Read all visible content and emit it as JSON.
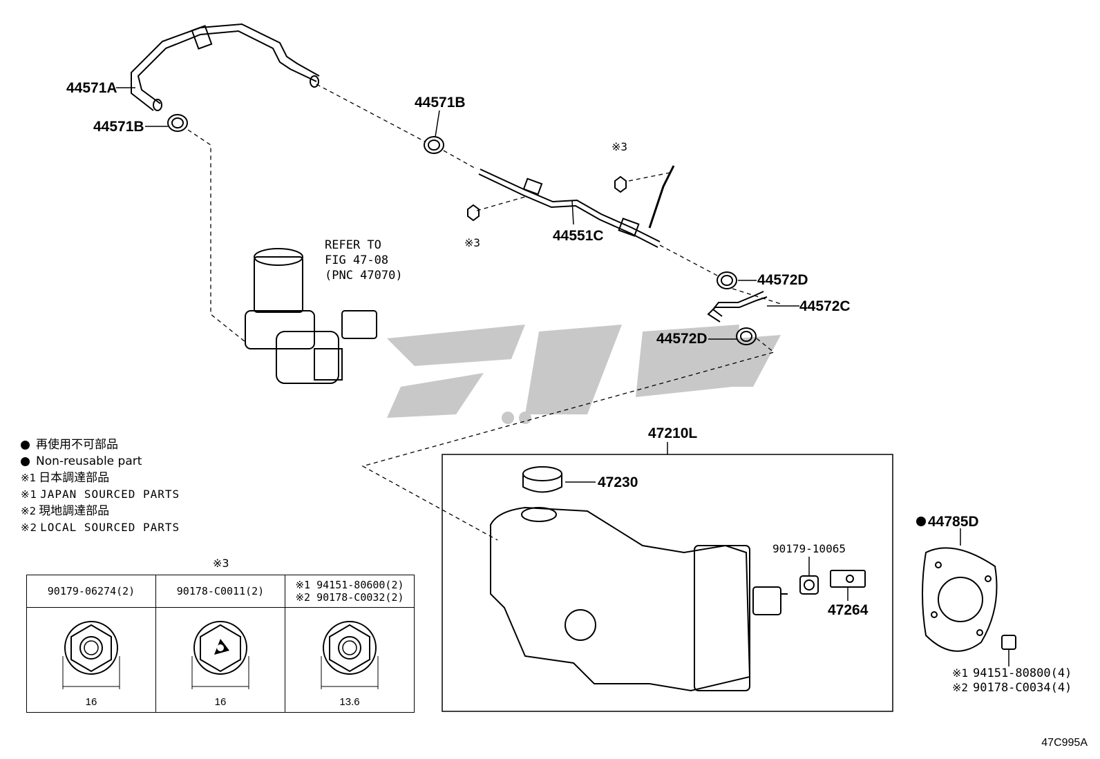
{
  "diagram": {
    "labels": {
      "hose_upper": "44571A",
      "clip_upper_left": "44571B",
      "clip_upper_right": "44571B",
      "pipe_main": "44551C",
      "clip_right_upper": "44572D",
      "hose_right": "44572C",
      "clip_right_lower": "44572D",
      "assembly": "47210L",
      "cap": "47230",
      "bolt_small": "90179-10065",
      "bracket": "47264",
      "gasket": "44785D",
      "fastener_note_1": "94151-80800(4)",
      "fastener_note_2": "90178-C0034(4)",
      "star3_a": "※3",
      "star3_b": "※3"
    },
    "refer_note": [
      "REFER TO",
      "FIG 47-08",
      "(PNC 47070)"
    ],
    "watermark": "گوپج"
  },
  "legend": {
    "non_reusable_jp": "再使用不可部品",
    "non_reusable_en": "Non-reusable part",
    "note1_jp": "日本調達部品",
    "note1_en": "JAPAN SOURCED PARTS",
    "note2_jp": "現地調達部品",
    "note2_en": "LOCAL SOURCED PARTS",
    "mark1": "※1",
    "mark2": "※2"
  },
  "table": {
    "title": "※3",
    "columns": [
      {
        "line1": "90179-06274(2)",
        "line2": "",
        "dim": "16"
      },
      {
        "line1": "90178-C0011(2)",
        "line2": "",
        "dim": "16"
      },
      {
        "line1": "※1 94151-80600(2)",
        "line2": "※2 90178-C0032(2)",
        "dim": "13.6"
      }
    ]
  },
  "figure_id": "47C995A"
}
